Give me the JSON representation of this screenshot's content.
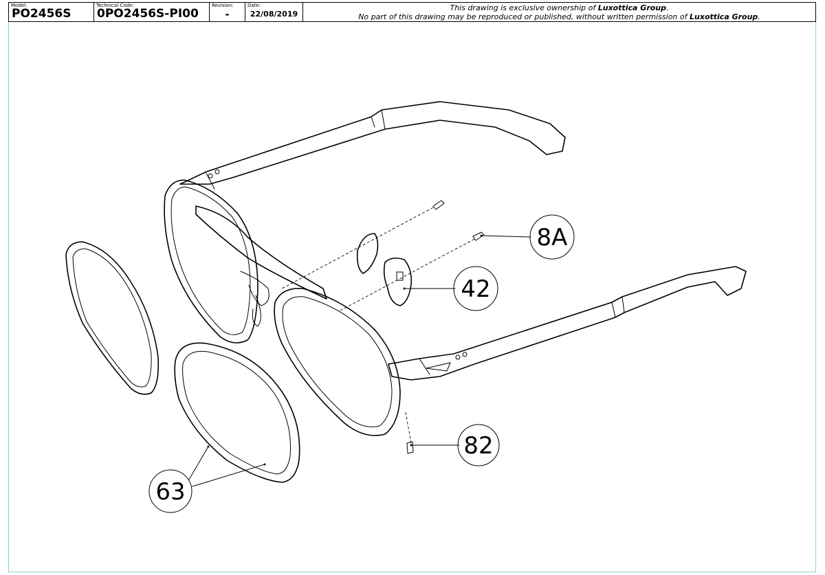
{
  "title_block": {
    "model_label": "Model:",
    "model_value": "PO2456S",
    "code_label": "Technical Code:",
    "code_value": "0PO2456S-PI00",
    "revision_label": "Revision:",
    "revision_value": "-",
    "date_label": "Date:",
    "date_value": "22/08/2019",
    "notice_line1_prefix": "This drawing is exclusive ownership of ",
    "notice_line1_company": "Luxottica Group",
    "notice_line1_suffix": ".",
    "notice_line2_prefix": "No part of this drawing may be reproduced or published, without written permission of ",
    "notice_line2_company": "Luxottica Group",
    "notice_line2_suffix": "."
  },
  "callouts": {
    "screw_temple": "8A",
    "nose_pad": "42",
    "rim_screw": "82",
    "lens": "63"
  },
  "colors": {
    "sheet_border": "#8fd3c8",
    "line": "#000000"
  }
}
